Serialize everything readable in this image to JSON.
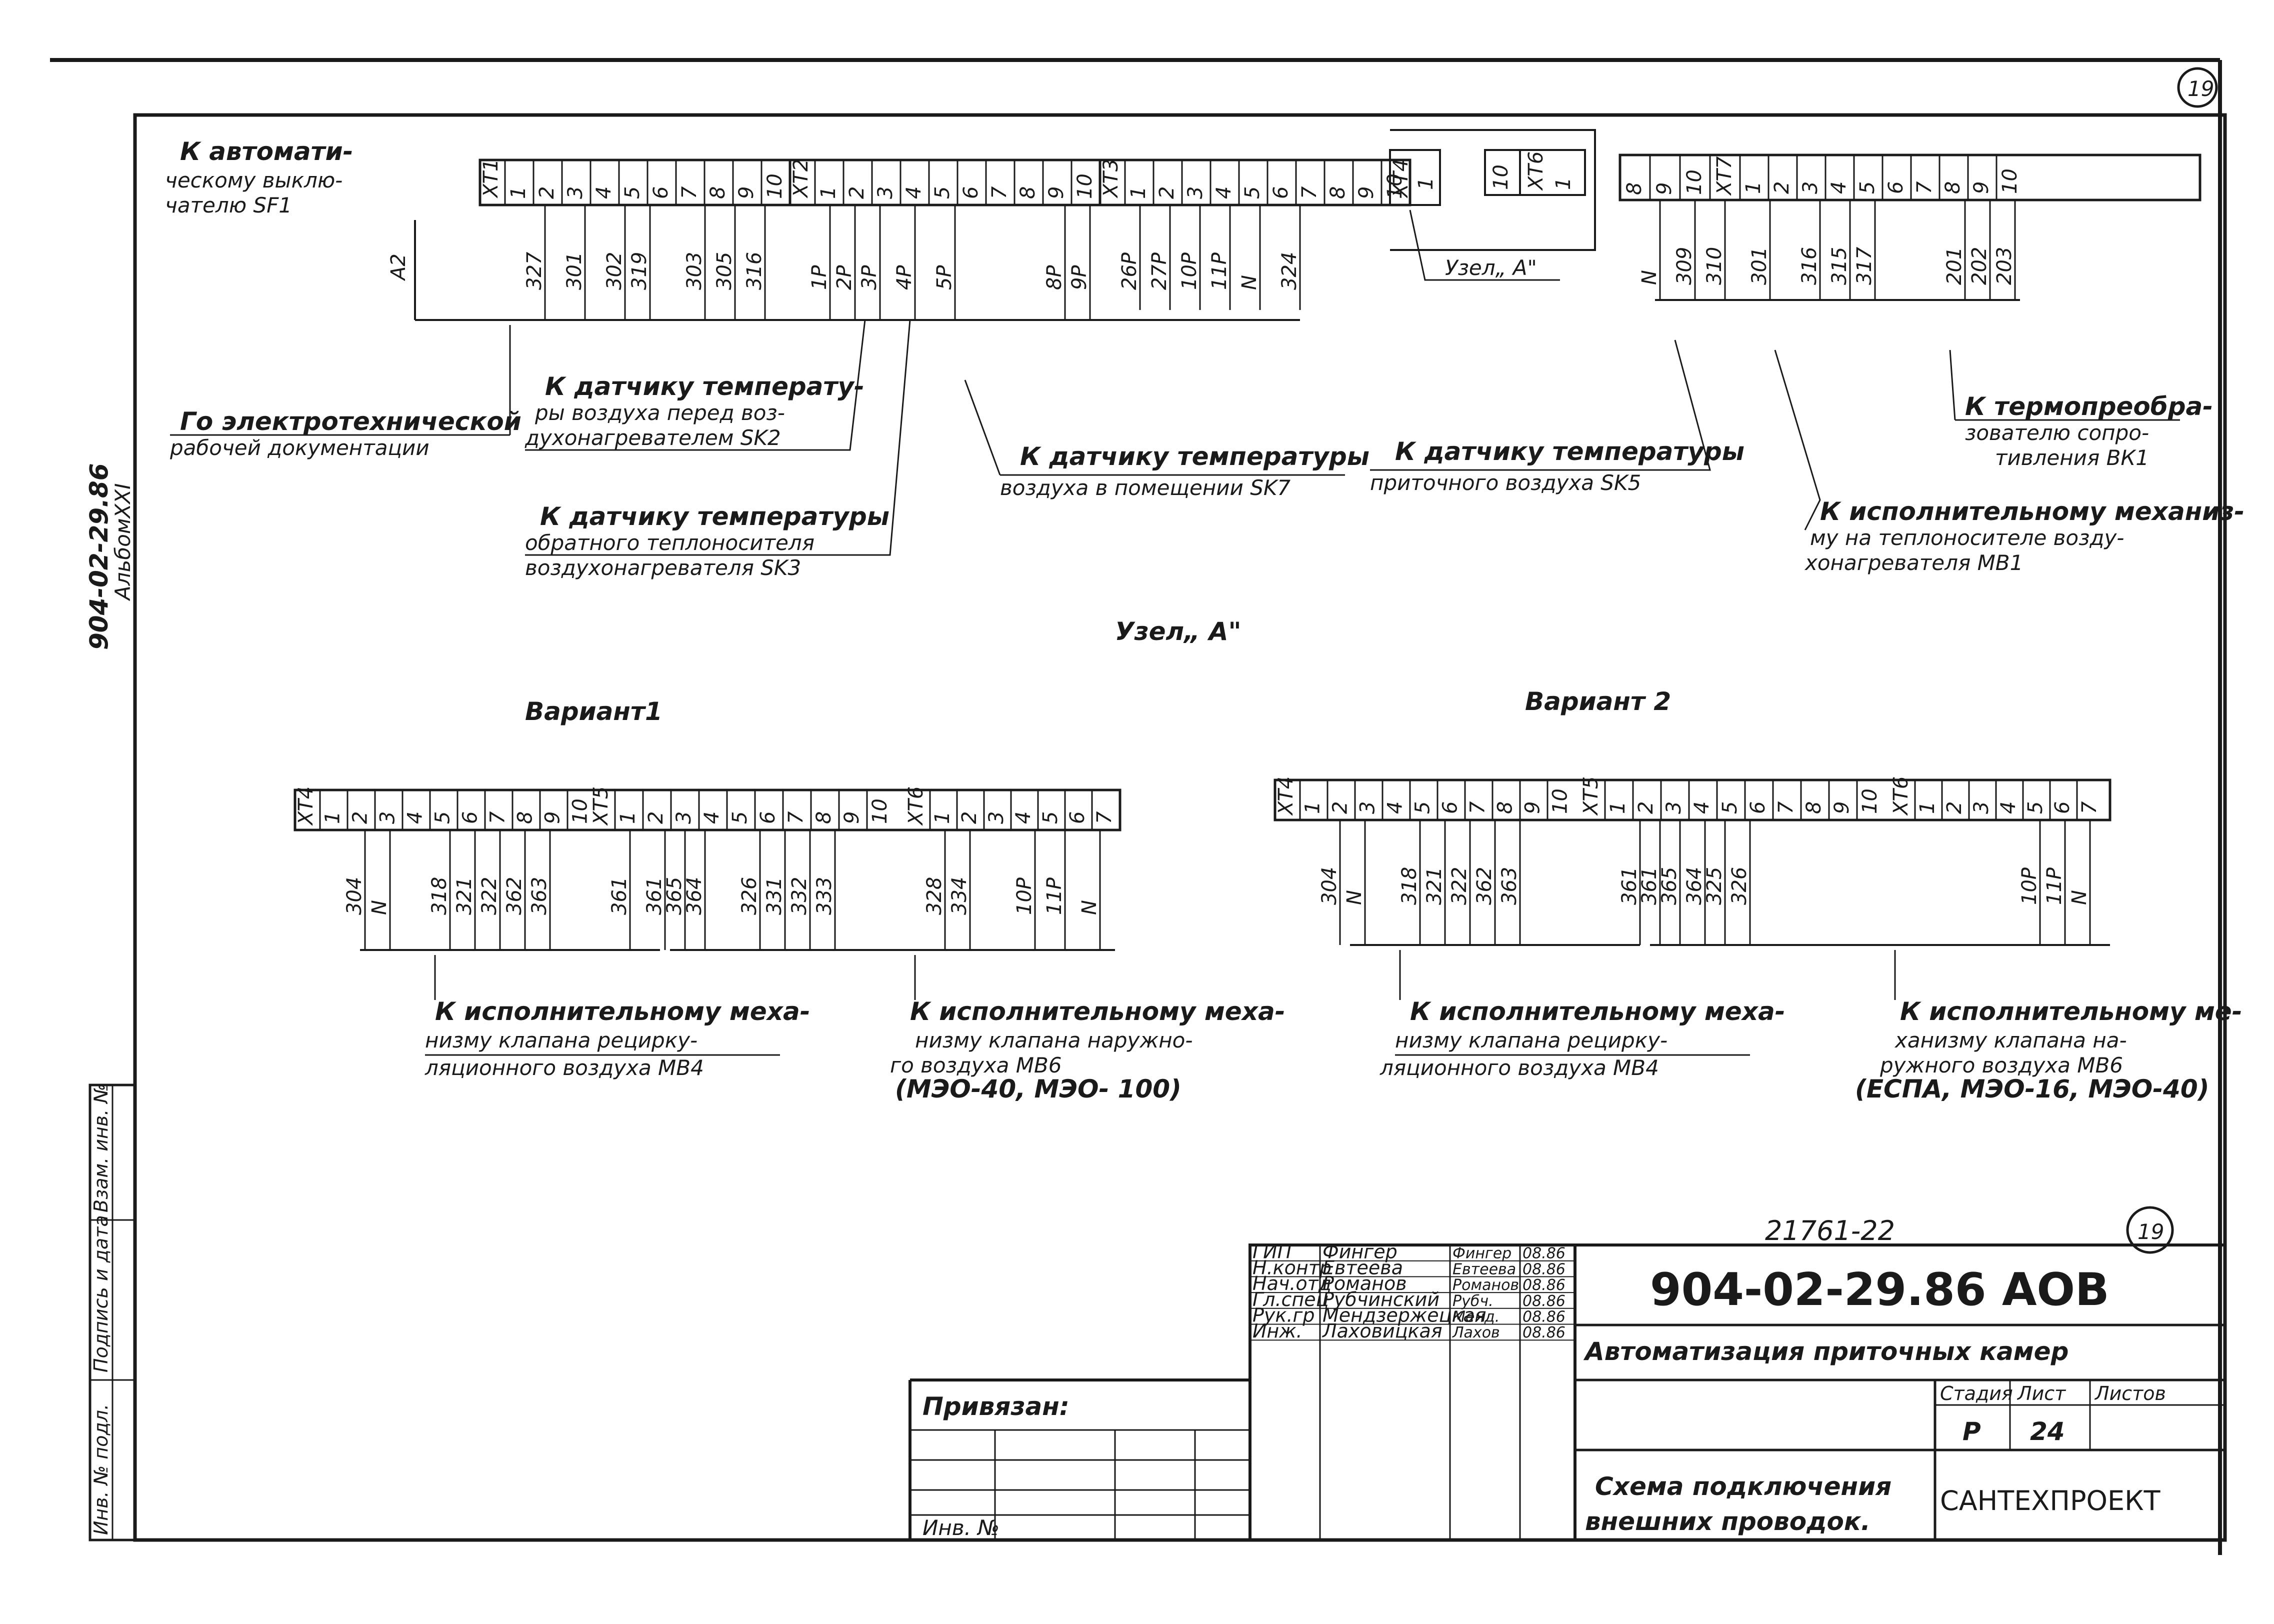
{
  "sheet": {
    "sheet_badge": "19",
    "side_code": "904-02-29.86",
    "side_album": "АльбомXXI"
  },
  "top_left": {
    "breaker_note": [
      "К автомати-",
      "ческому выклю-",
      "чателю SF1"
    ],
    "wire_a2": "A2"
  },
  "xt1": {
    "label": "XT1",
    "terms": [
      "1",
      "2",
      "3",
      "4",
      "5",
      "6",
      "7",
      "8",
      "9",
      "10"
    ],
    "wires": [
      "327",
      "301",
      "302",
      "319",
      "303",
      "305",
      "316"
    ]
  },
  "xt2": {
    "label": "XT2",
    "terms": [
      "1",
      "2",
      "3",
      "4",
      "5",
      "6",
      "7",
      "8",
      "9",
      "10"
    ],
    "wires": [
      "1P",
      "2P",
      "3P",
      "4P",
      "5P",
      "8P",
      "9P"
    ]
  },
  "xt3": {
    "label": "XT3",
    "terms": [
      "1",
      "2",
      "3",
      "4",
      "5",
      "6",
      "7",
      "8",
      "9",
      "10"
    ],
    "wires": [
      "26P",
      "27P",
      "10P",
      "11P",
      "N",
      "324"
    ]
  },
  "node_a_box": {
    "xt4": "XT4",
    "xt4_term": "1",
    "xt6": "XT6",
    "xt6_term": "1",
    "term_10": "10",
    "label": "Узел„ А\""
  },
  "xt7": {
    "pre_terms": [
      "8",
      "9",
      "10"
    ],
    "label": "XT7",
    "terms": [
      "1",
      "2",
      "3",
      "4",
      "5",
      "6",
      "7",
      "8",
      "9",
      "10"
    ],
    "wires": [
      "N",
      "309",
      "310",
      "301",
      "316",
      "315",
      "317",
      "201",
      "202",
      "203"
    ]
  },
  "notes_top": {
    "electro": [
      "Го электротехнической",
      "рабочей документации"
    ],
    "sk2": [
      "К датчику температу-",
      "ры воздуха перед воз-",
      "духонагревателем SK2"
    ],
    "sk3": [
      "К датчику температуры",
      "обратного теплоносителя",
      "воздухонагревателя SK3"
    ],
    "sk7": [
      "К датчику температуры",
      "воздуха в помещении SK7"
    ],
    "sk5": [
      "К датчику температуры",
      "приточного воздуха SK5"
    ],
    "bk1": [
      "К термопреобра-",
      "зователю сопро-",
      "тивления ВК1"
    ],
    "mb1": [
      "К исполнительному механиз-",
      "му на теплоносителе возду-",
      "хонагревателя МВ1"
    ]
  },
  "node_a_title": "Узел„ А\"",
  "variant1": {
    "title": "Вариант1",
    "xt4": "XT4",
    "xt4_terms": [
      "1",
      "2",
      "3",
      "4",
      "5",
      "6",
      "7",
      "8",
      "9",
      "10"
    ],
    "xt5": "XT5",
    "xt5_terms": [
      "1",
      "2",
      "3",
      "4",
      "5",
      "6",
      "7",
      "8",
      "9",
      "10"
    ],
    "xt6": "XT6",
    "xt6_terms": [
      "1",
      "2",
      "3",
      "4",
      "5",
      "6",
      "7"
    ],
    "wires": [
      "304",
      "N",
      "318",
      "321",
      "322",
      "362",
      "363",
      "361",
      "361",
      "365",
      "364",
      "326",
      "331",
      "332",
      "333",
      "328",
      "334",
      "10P",
      "11P",
      "N"
    ],
    "mb4_note": [
      "К исполнительному меха-",
      "низму клапана рецирку-",
      "ляционного воздуха МВ4"
    ],
    "mb6_note": [
      "К исполнительному меха-",
      "низму клапана наружно-",
      "го воздуха МВ6",
      "(МЭО-40, МЭО- 100)"
    ]
  },
  "variant2": {
    "title": "Вариант 2",
    "xt4": "XT4",
    "xt4_terms": [
      "1",
      "2",
      "3",
      "4",
      "5",
      "6",
      "7",
      "8",
      "9",
      "10"
    ],
    "xt5": "XT5",
    "xt5_terms": [
      "1",
      "2",
      "3",
      "4",
      "5",
      "6",
      "7",
      "8",
      "9",
      "10"
    ],
    "xt6": "XT6",
    "xt6_terms": [
      "1",
      "2",
      "3",
      "4",
      "5",
      "6",
      "7"
    ],
    "wires": [
      "304",
      "N",
      "318",
      "321",
      "322",
      "362",
      "363",
      "361",
      "361",
      "365",
      "364",
      "325",
      "326",
      "10P",
      "11P",
      "N"
    ],
    "mb4_note": [
      "К исполнительному меха-",
      "низму клапана рецирку-",
      "ляционного воздуха МВ4"
    ],
    "mb6_note": [
      "К исполнительному ме-",
      "ханизму клапана на-",
      "ружного воздуха МВ6",
      "(ЕСПА, МЭО-16, МЭО-40)"
    ]
  },
  "title_block": {
    "order_no": "21761-22",
    "sheet_circle": "19",
    "roles": [
      "ГИП",
      "Н.контр",
      "Нач.отд",
      "Гл.спец",
      "Рук.гр",
      "Инж."
    ],
    "names": [
      "Фингер",
      "Евтеева",
      "Романов",
      "Рубчинский",
      "Мендзержецкая",
      "Лаховицкая"
    ],
    "signatures": [
      "Фингер",
      "Евтеева",
      "Романов",
      "Рубч.",
      "Менд.",
      "Лахов"
    ],
    "dates": [
      "08.86",
      "08.86",
      "08.86",
      "08.86",
      "08.86",
      "08.86"
    ],
    "doc_code": "904-02-29.86 АОВ",
    "project_title": "Автоматизация приточных камер",
    "header_stage": "Стадия",
    "header_sheet": "Лист",
    "header_sheets": "Листов",
    "stage": "Р",
    "sheet": "24",
    "sheet_title": [
      "Схема подключения",
      "внешних проводок."
    ],
    "org": "САНТЕХПРОЕКТ",
    "bound": "Привязан:",
    "inv": "Инв. №"
  },
  "left_stamp": {
    "cells": [
      "Инв. № подл.",
      "Подпись и дата",
      "Взам. инв. №"
    ]
  }
}
